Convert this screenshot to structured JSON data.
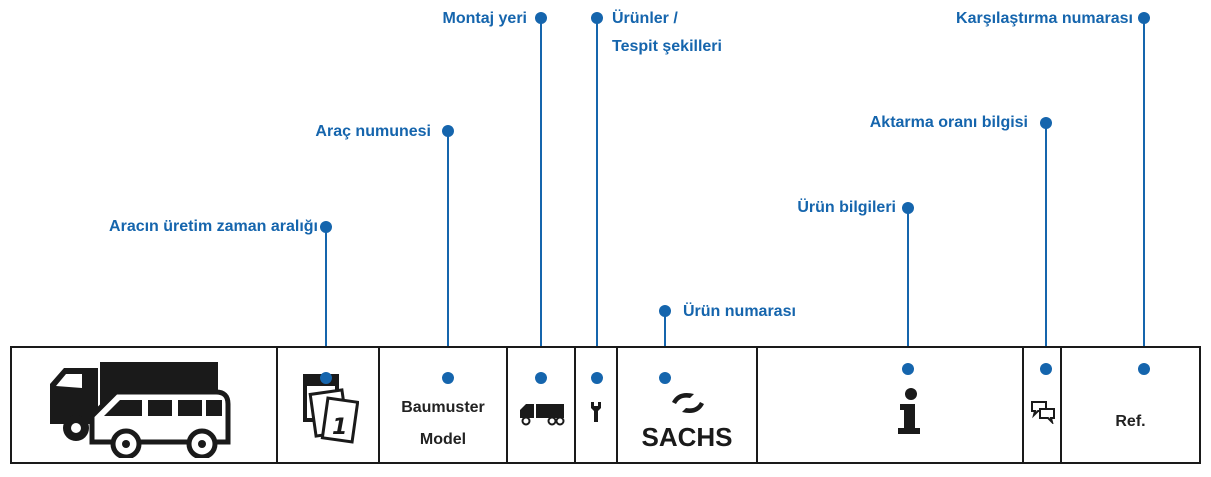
{
  "callouts": {
    "production_period": "Aracın üretim zaman aralığı",
    "vehicle_sample": "Araç numunesi",
    "mounting_location": "Montaj yeri",
    "products_line1": "Ürünler /",
    "products_line2": "Tespit şekilleri",
    "product_number": "Ürün numarası",
    "product_info": "Ürün bilgileri",
    "transmission_ratio": "Aktarma oranı bilgisi",
    "comparison_number": "Karşılaştırma numarası"
  },
  "table": {
    "baumuster": "Baumuster",
    "model": "Model",
    "brand": "SACHS",
    "ref": "Ref."
  },
  "icons": [
    "truck-and-van-icon",
    "calendar-icon",
    "truck-position-icon",
    "wrench-icon",
    "sachs-logo-icon",
    "info-icon",
    "chat-bubbles-icon"
  ],
  "colors": {
    "accent": "#1565ad",
    "border": "#1a1a1a"
  }
}
